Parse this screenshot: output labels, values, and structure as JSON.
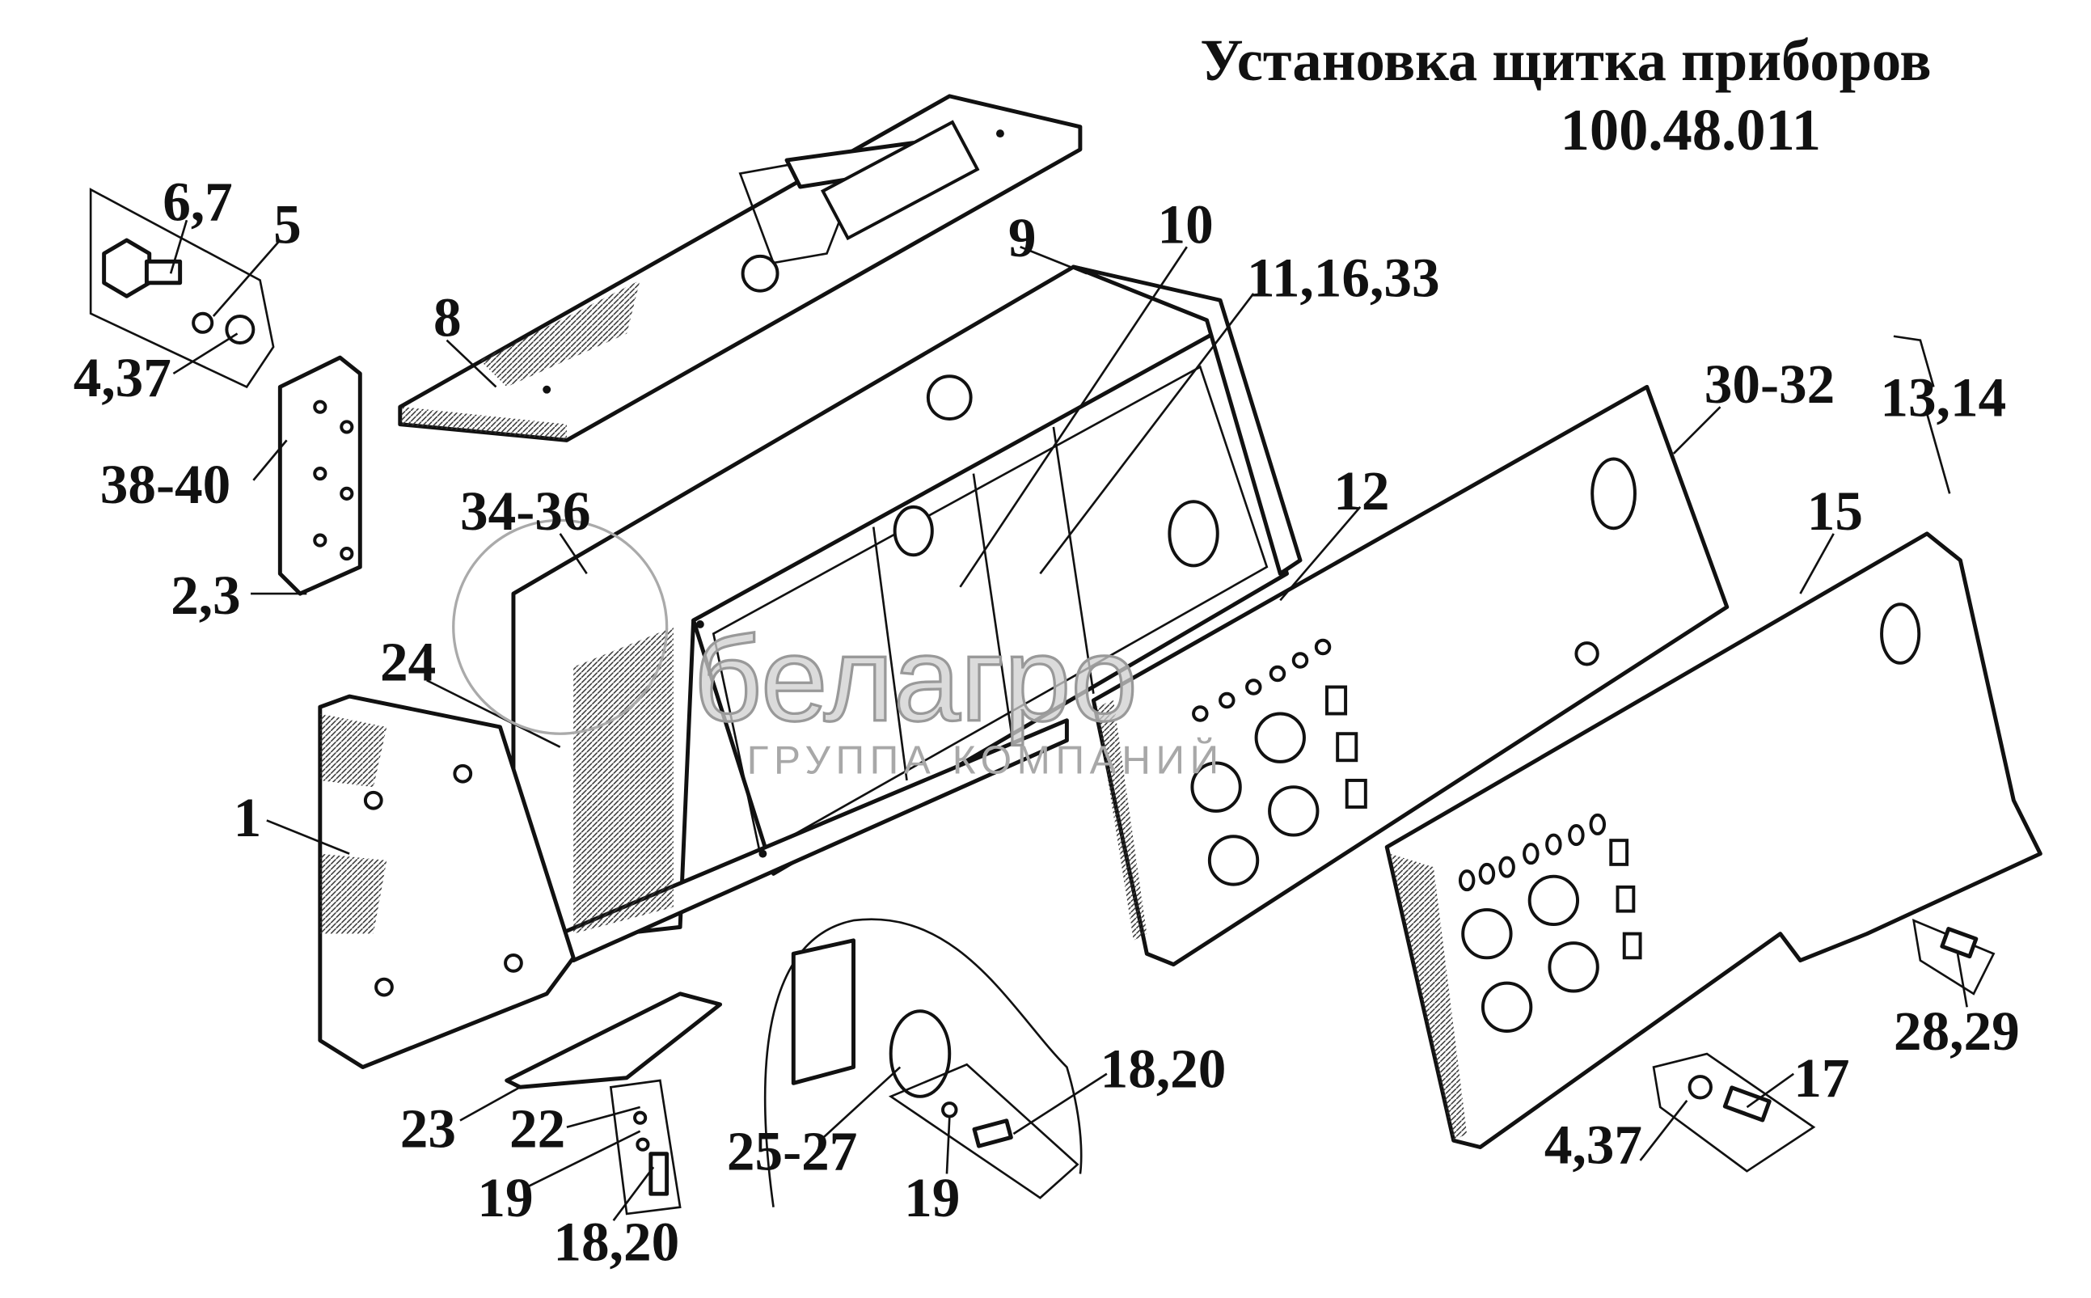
{
  "title": {
    "line1": "Установка щитка приборов",
    "line2": "100.48.011"
  },
  "watermark": {
    "brand": "белагро",
    "subtitle": "ГРУППА КОМПАНИЙ"
  },
  "callouts": [
    "6,7",
    "5",
    "4,37",
    "38-40",
    "2,3",
    "8",
    "9",
    "10",
    "11,16,33",
    "34-36",
    "24",
    "12",
    "30-32",
    "13,14",
    "15",
    "1",
    "23",
    "22",
    "19",
    "18,20",
    "25-27",
    "19",
    "18,20",
    "28,29",
    "17",
    "4,37"
  ]
}
